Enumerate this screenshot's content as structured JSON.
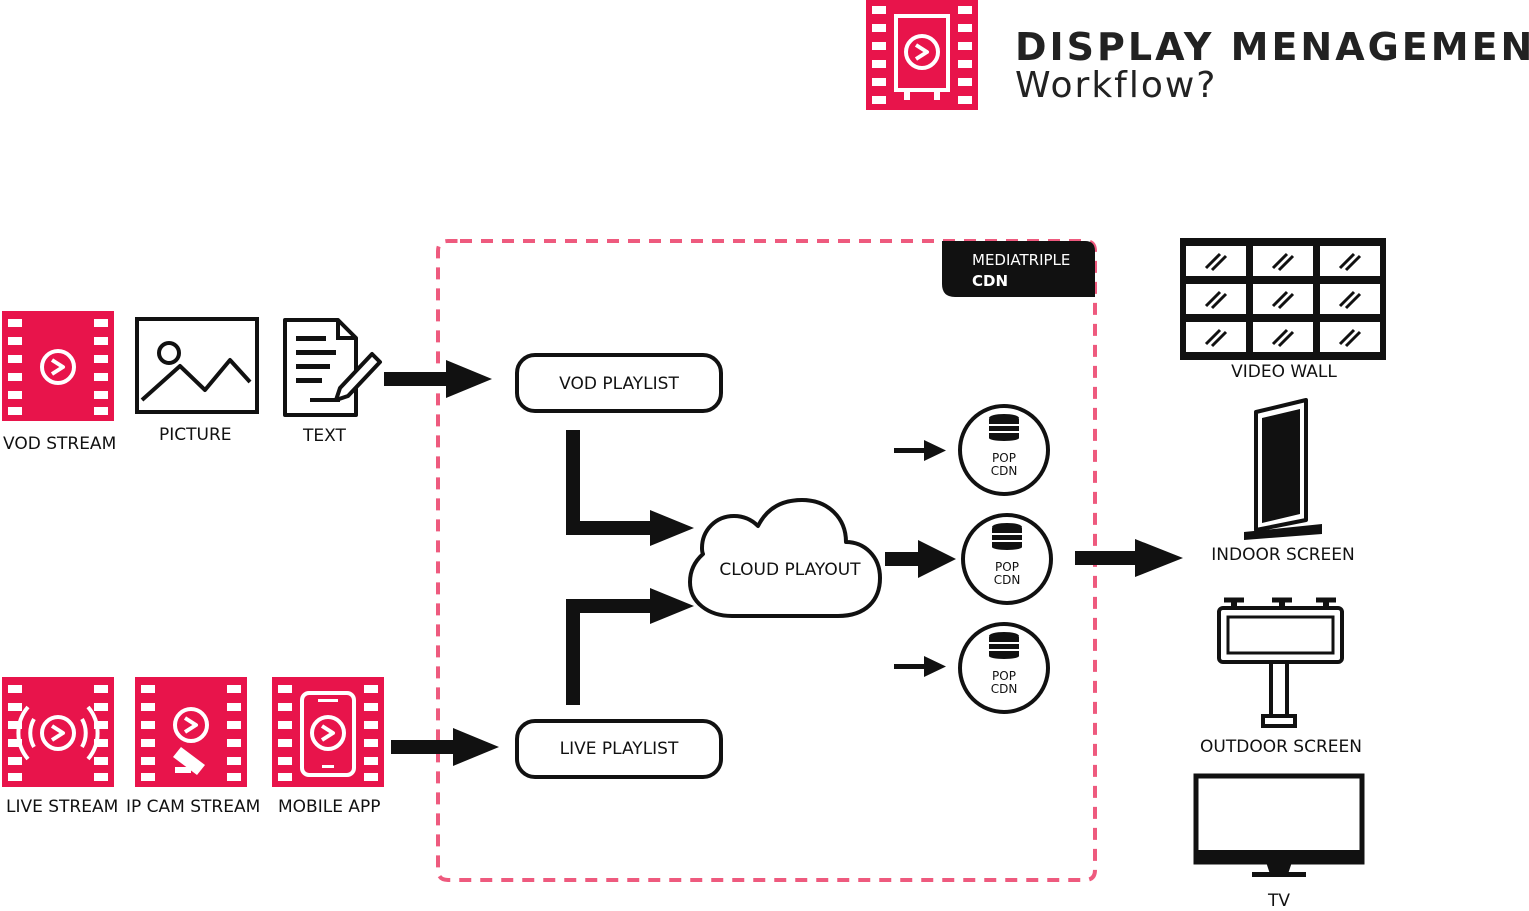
{
  "header": {
    "title": "DISPLAY MENAGEMENT",
    "subtitle": "Workflow?"
  },
  "cdn_region": {
    "label_line1": "MEDIATRIPLE",
    "label_line2": "CDN"
  },
  "sources": {
    "vod_stream": "VOD STREAM",
    "picture": "PICTURE",
    "text": "TEXT",
    "live_stream": "LIVE STREAM",
    "ip_cam_stream": "IP CAM STREAM",
    "mobile_app": "MOBILE APP"
  },
  "playlists": {
    "vod": "VOD PLAYLIST",
    "live": "LIVE PLAYLIST"
  },
  "cloud_playout": "CLOUD PLAYOUT",
  "pop_nodes": [
    {
      "line1": "POP",
      "line2": "CDN"
    },
    {
      "line1": "POP",
      "line2": "CDN"
    },
    {
      "line1": "POP",
      "line2": "CDN"
    }
  ],
  "destinations": {
    "video_wall": "VIDEO WALL",
    "indoor_screen": "INDOOR SCREEN",
    "outdoor_screen": "OUTDOOR SCREEN",
    "tv": "TV"
  },
  "colors": {
    "brand": "#e8144b",
    "dashed": "#ee5a7e",
    "ink": "#111111"
  }
}
